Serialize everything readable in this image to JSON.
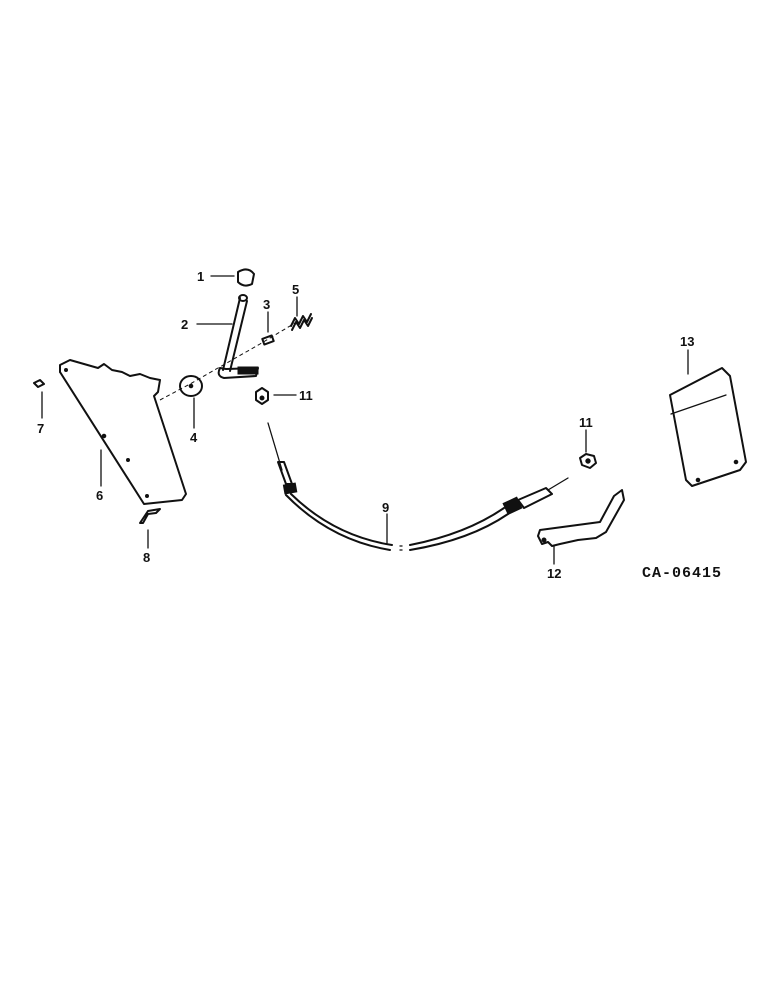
{
  "diagram": {
    "drawing_code": "CA-06415",
    "callouts": [
      {
        "id": "p1",
        "label": "1"
      },
      {
        "id": "p2",
        "label": "2"
      },
      {
        "id": "p3",
        "label": "3"
      },
      {
        "id": "p4",
        "label": "4"
      },
      {
        "id": "p5",
        "label": "5"
      },
      {
        "id": "p6",
        "label": "6"
      },
      {
        "id": "p7",
        "label": "7"
      },
      {
        "id": "p8",
        "label": "8"
      },
      {
        "id": "p9",
        "label": "9"
      },
      {
        "id": "p11a",
        "label": "11"
      },
      {
        "id": "p11b",
        "label": "11"
      },
      {
        "id": "p12",
        "label": "12"
      },
      {
        "id": "p13",
        "label": "13"
      }
    ]
  }
}
